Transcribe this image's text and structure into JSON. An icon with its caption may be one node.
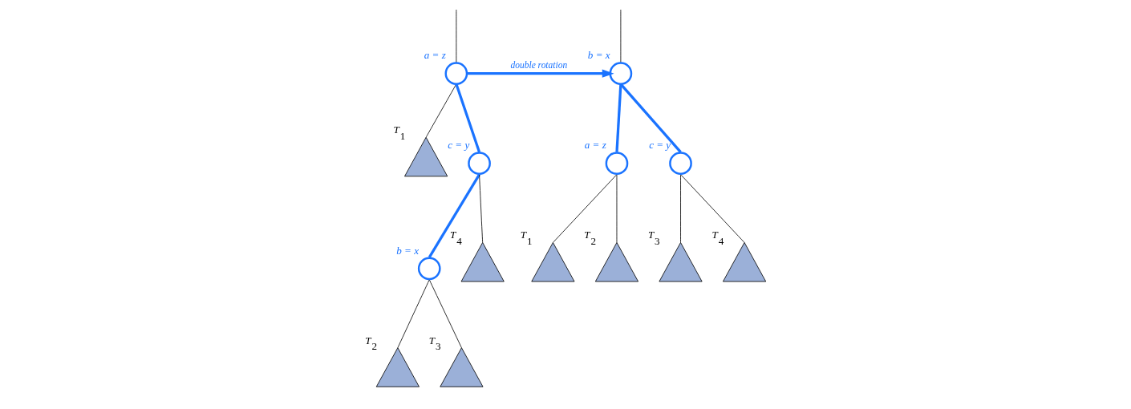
{
  "diagram": {
    "nodes": [
      {
        "text": [],
        "shape": "circle",
        "beside": [
          "a = z"
        ]
      },
      {
        "text": [],
        "shape": "triangle",
        "beside": [
          "T$_{1}$"
        ]
      },
      {
        "text": [],
        "shape": "circle",
        "beside": [
          "c = y"
        ]
      },
      {
        "text": [],
        "shape": "circle",
        "beside": [
          "b = x"
        ]
      },
      {
        "text": [],
        "shape": "triangle",
        "beside": [
          "T$_{2}$"
        ]
      },
      {
        "text": [],
        "shape": "triangle",
        "beside": [
          "T$_{3}$"
        ]
      },
      {
        "text": [],
        "shape": "triangle",
        "beside": [
          "T$_{4}$"
        ]
      },
      {
        "text": [],
        "shape": "circle",
        "beside": [
          "b = x"
        ]
      },
      {
        "text": [],
        "shape": "circle",
        "beside": [
          "a = z"
        ]
      },
      {
        "text": [],
        "shape": "circle",
        "beside": [
          "c = y"
        ]
      },
      {
        "text": [],
        "shape": "triangle",
        "beside": [
          "T$_{1}$"
        ]
      },
      {
        "text": [],
        "shape": "triangle",
        "beside": [
          "T$_{2}$"
        ]
      },
      {
        "text": [],
        "shape": "triangle",
        "beside": [
          "T$_{3}$"
        ]
      },
      {
        "text": [],
        "shape": "triangle",
        "beside": [
          "T$_{4}$"
        ]
      }
    ],
    "edges": [
      {
        "from": null,
        "to": 0,
        "arrow": "none"
      },
      {
        "from": 0,
        "to": 1,
        "arrow": "none"
      },
      {
        "from": 0,
        "to": 2,
        "arrow": "none",
        "style": "thick",
        "color": "#1a73ff"
      },
      {
        "from": 2,
        "to": 3,
        "arrow": "none",
        "style": "thick",
        "color": "#1a73ff"
      },
      {
        "from": 2,
        "to": 6,
        "arrow": "none"
      },
      {
        "from": 3,
        "to": 4,
        "arrow": "none"
      },
      {
        "from": 3,
        "to": 5,
        "arrow": "none"
      },
      {
        "from": 0,
        "to": 7,
        "arrow": "to",
        "label": "double rotation",
        "style": "thick",
        "color": "#1a73ff"
      },
      {
        "from": null,
        "to": 7,
        "arrow": "none"
      },
      {
        "from": 7,
        "to": 8,
        "arrow": "none",
        "style": "thick",
        "color": "#1a73ff"
      },
      {
        "from": 7,
        "to": 9,
        "arrow": "none",
        "style": "thick",
        "color": "#1a73ff"
      },
      {
        "from": 8,
        "to": 10,
        "arrow": "none"
      },
      {
        "from": 8,
        "to": 11,
        "arrow": "none"
      },
      {
        "from": 9,
        "to": 12,
        "arrow": "none"
      },
      {
        "from": 9,
        "to": 13,
        "arrow": "none"
      }
    ]
  }
}
